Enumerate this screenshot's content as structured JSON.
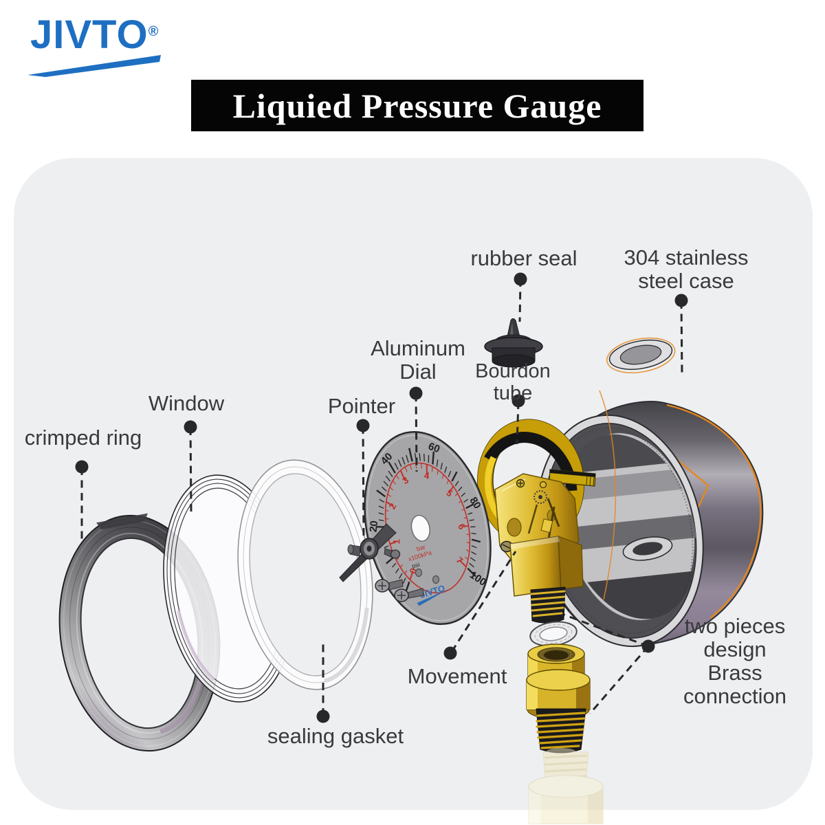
{
  "logo": {
    "text": "JIVTO",
    "registered": "®",
    "color": "#1e6fc2"
  },
  "title": {
    "text": "Liquied Pressure Gauge",
    "bg": "#050505",
    "color": "#ffffff"
  },
  "labels": {
    "rubber_seal": "rubber seal",
    "stainless_case": "304 stainless\nsteel case",
    "aluminum_dial": "Aluminum\nDial",
    "bourdon_tube": "Bourdon\ntube",
    "pointer": "Pointer",
    "window": "Window",
    "crimped_ring": "crimped ring",
    "movement": "Movement",
    "sealing_gasket": "sealing gasket",
    "brass_connection": "two pieces\ndesign Brass\nconnection"
  },
  "dial": {
    "outer_scale": [
      "20",
      "40",
      "60",
      "80",
      "100"
    ],
    "inner_scale": [
      "0",
      "1",
      "2",
      "3",
      "4",
      "5",
      "6",
      "7"
    ],
    "units": [
      "bar",
      "x100kPa",
      "psi"
    ],
    "brand": "JIVTO"
  },
  "colors": {
    "panel_bg": "#edeff1",
    "label_text": "#3a3a3c",
    "brass": "#d9b32a",
    "case_accent": "#e5871f",
    "dial_face": "#a6a6a9",
    "scale_red": "#c03028",
    "leader": "#28282b"
  }
}
